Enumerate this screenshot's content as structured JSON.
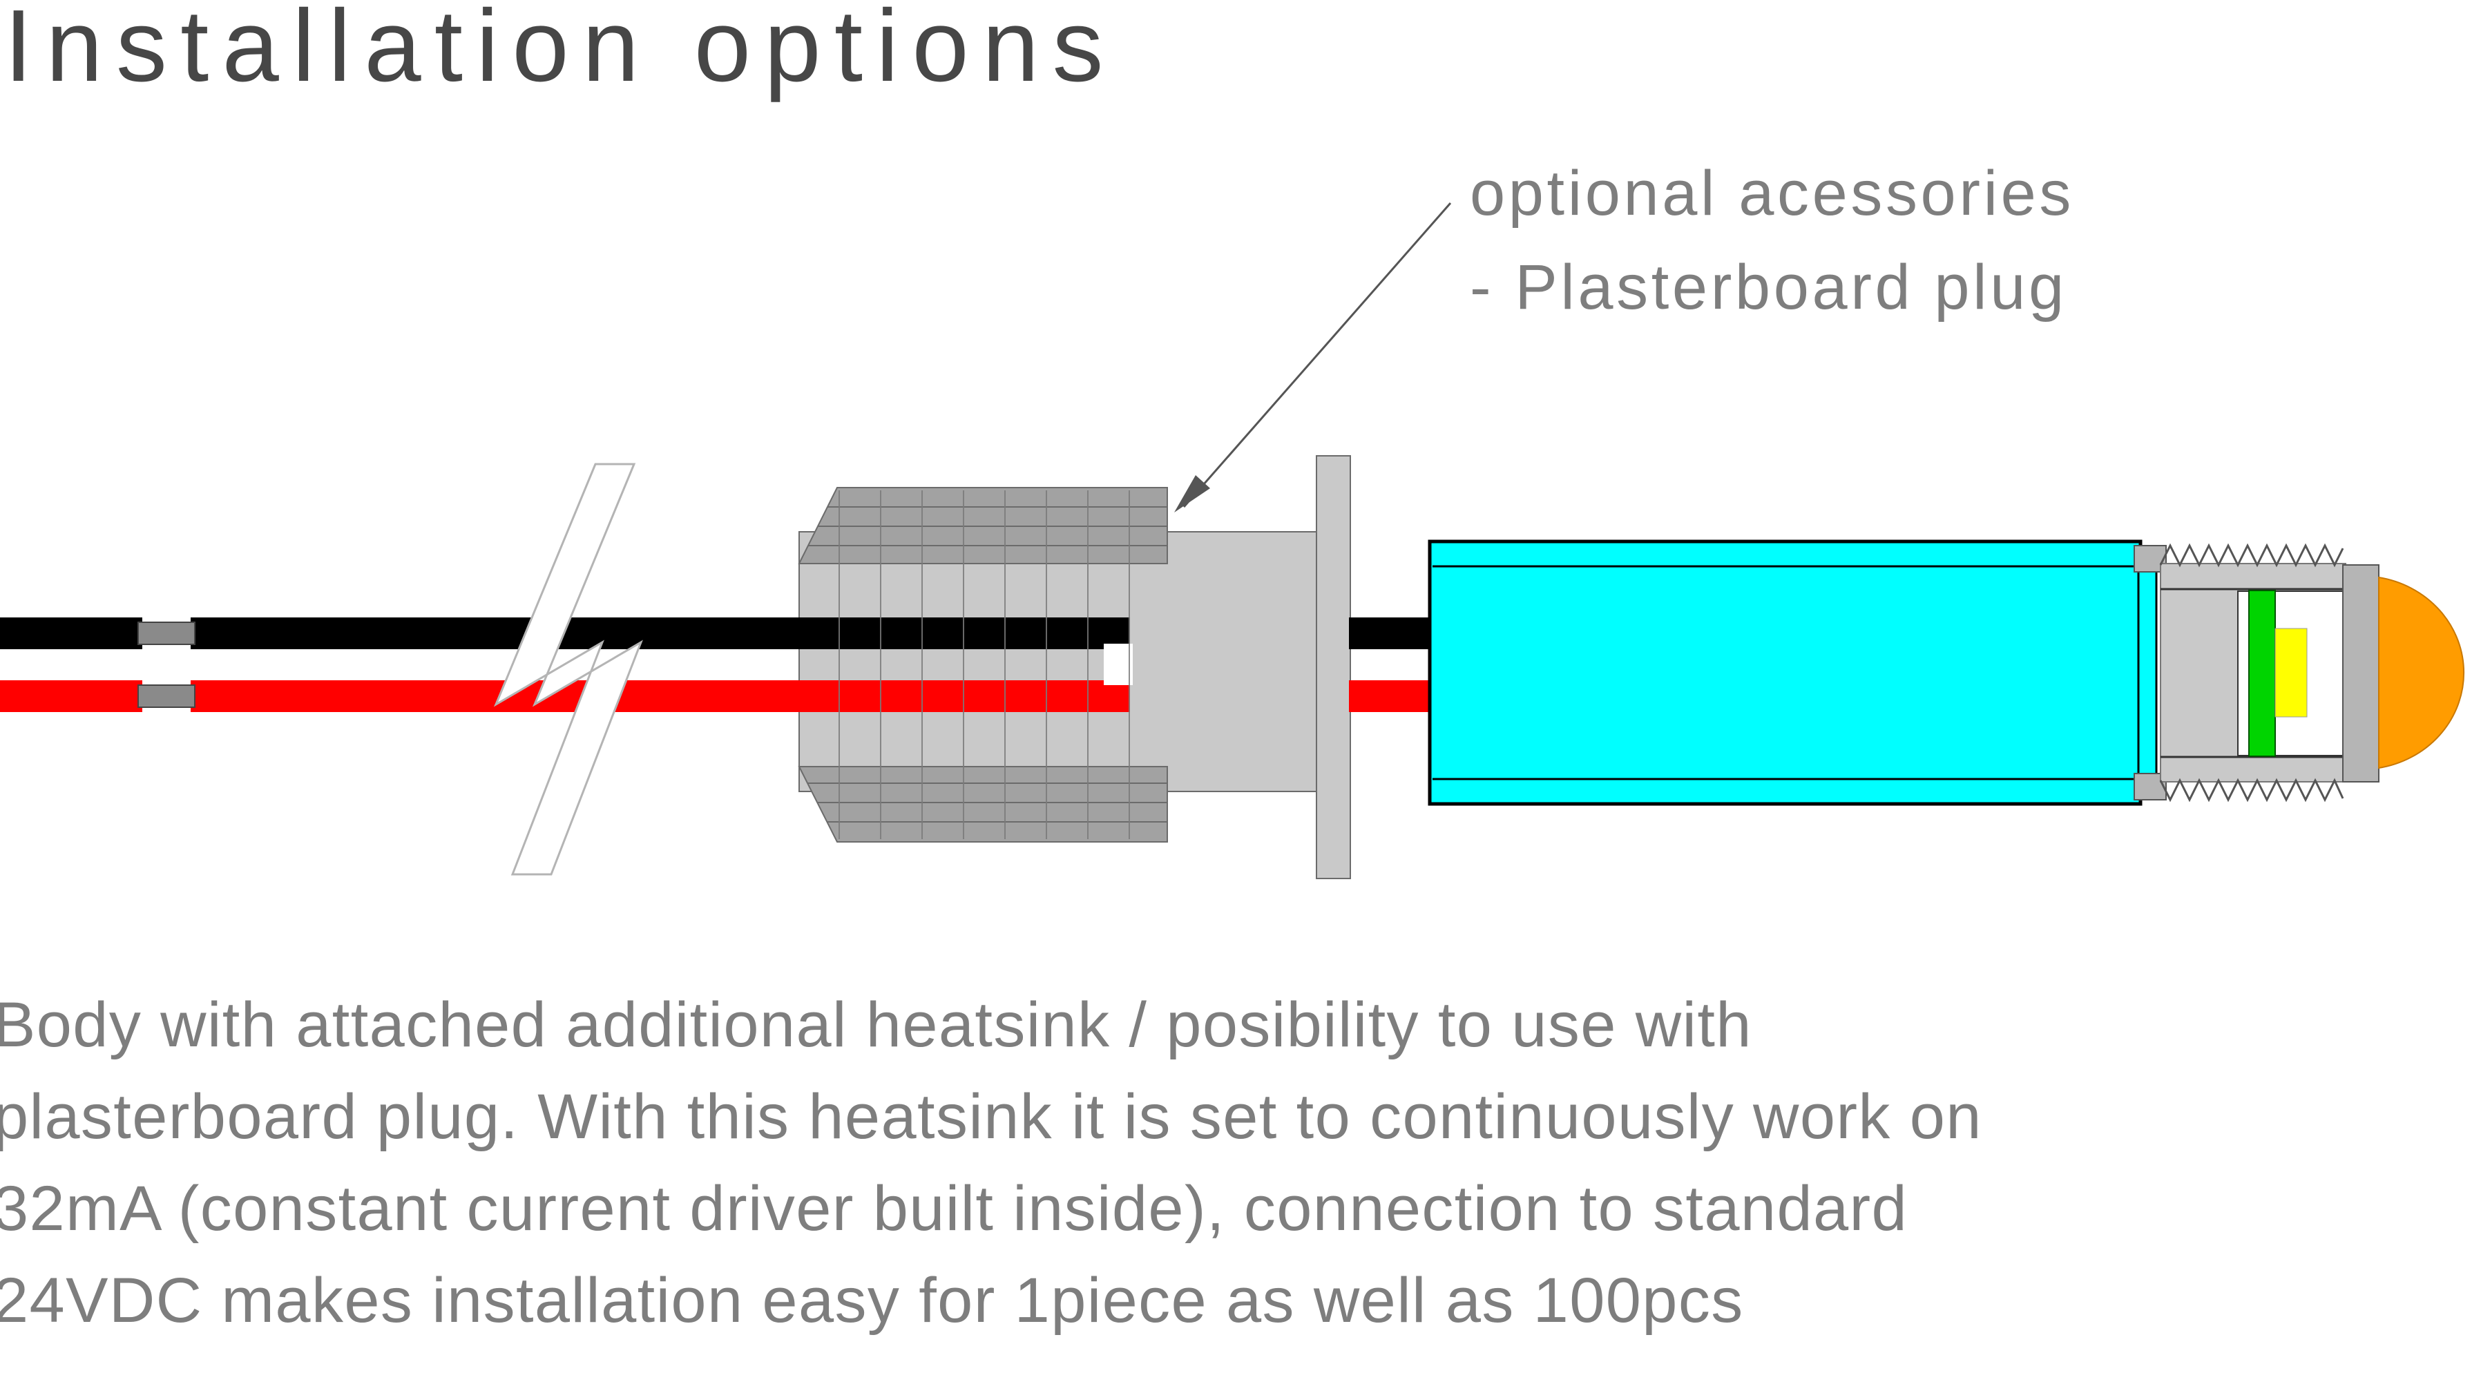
{
  "title": "Installation options",
  "annotation": {
    "line1": "optional acessories",
    "line2": "- Plasterboard plug"
  },
  "description": {
    "line1": "Body with attached additional heatsink / posibility to use with",
    "line2": "plasterboard plug. With this heatsink it is set to continuously work on",
    "line3": "32mA (constant current driver built inside), connection to standard",
    "line4": "24VDC makes installation easy for 1piece as well as 100pcs"
  },
  "colors": {
    "title_text": "#474747",
    "body_text": "#7e7e7e",
    "wire_black": "#000000",
    "wire_red": "#ff0000",
    "crimp_gray": "#8a8a8a",
    "plug_body": "#c9c9c9",
    "plug_fins": "#a2a2a2",
    "plug_outline": "#6b6b6b",
    "heatsink_cyan": "#00ffff",
    "ring_gray": "#b5b5b5",
    "led_green": "#00d400",
    "led_yellow": "#ffff00",
    "lens_orange": "#ff9c00",
    "outline_black": "#000000",
    "leader_line": "#555555"
  }
}
